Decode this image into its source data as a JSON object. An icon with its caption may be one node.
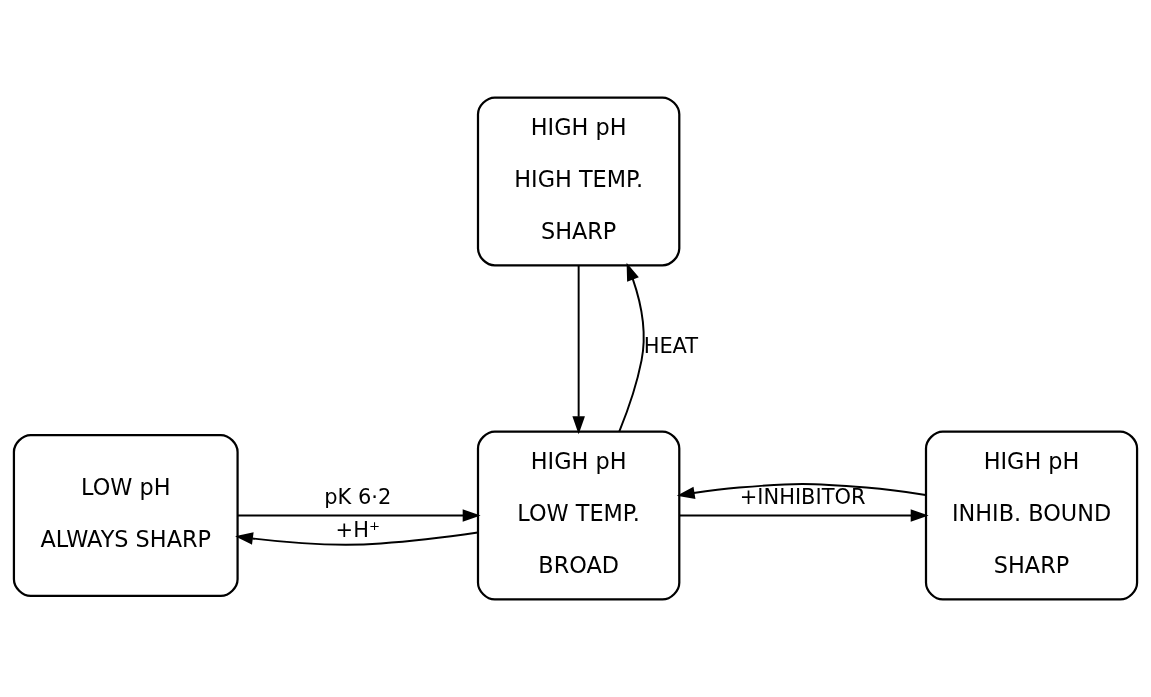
{
  "diagram": {
    "nodes": [
      {
        "text": [
          "HIGH pH",
          "HIGH TEMP.",
          "SHARP"
        ]
      },
      {
        "text": [
          "LOW pH",
          "ALWAYS SHARP"
        ]
      },
      {
        "text": [
          "HIGH pH",
          "LOW TEMP.",
          "BROAD"
        ]
      },
      {
        "text": [
          "HIGH pH",
          "INHIB. BOUND",
          "SHARP"
        ]
      }
    ],
    "edges": [
      {
        "from": 2,
        "to": 0,
        "arrow": "to",
        "label": "HEAT"
      },
      {
        "from": 0,
        "to": 2,
        "arrow": "to"
      },
      {
        "from": 2,
        "to": 1,
        "arrow": "to",
        "label": "+H⁺"
      },
      {
        "from": 1,
        "to": 2,
        "arrow": "to",
        "label": "pK 6·2"
      },
      {
        "from": 2,
        "to": 3,
        "arrow": "to",
        "label": "+INHIBITOR"
      },
      {
        "from": 3,
        "to": 2,
        "arrow": "to"
      }
    ]
  }
}
